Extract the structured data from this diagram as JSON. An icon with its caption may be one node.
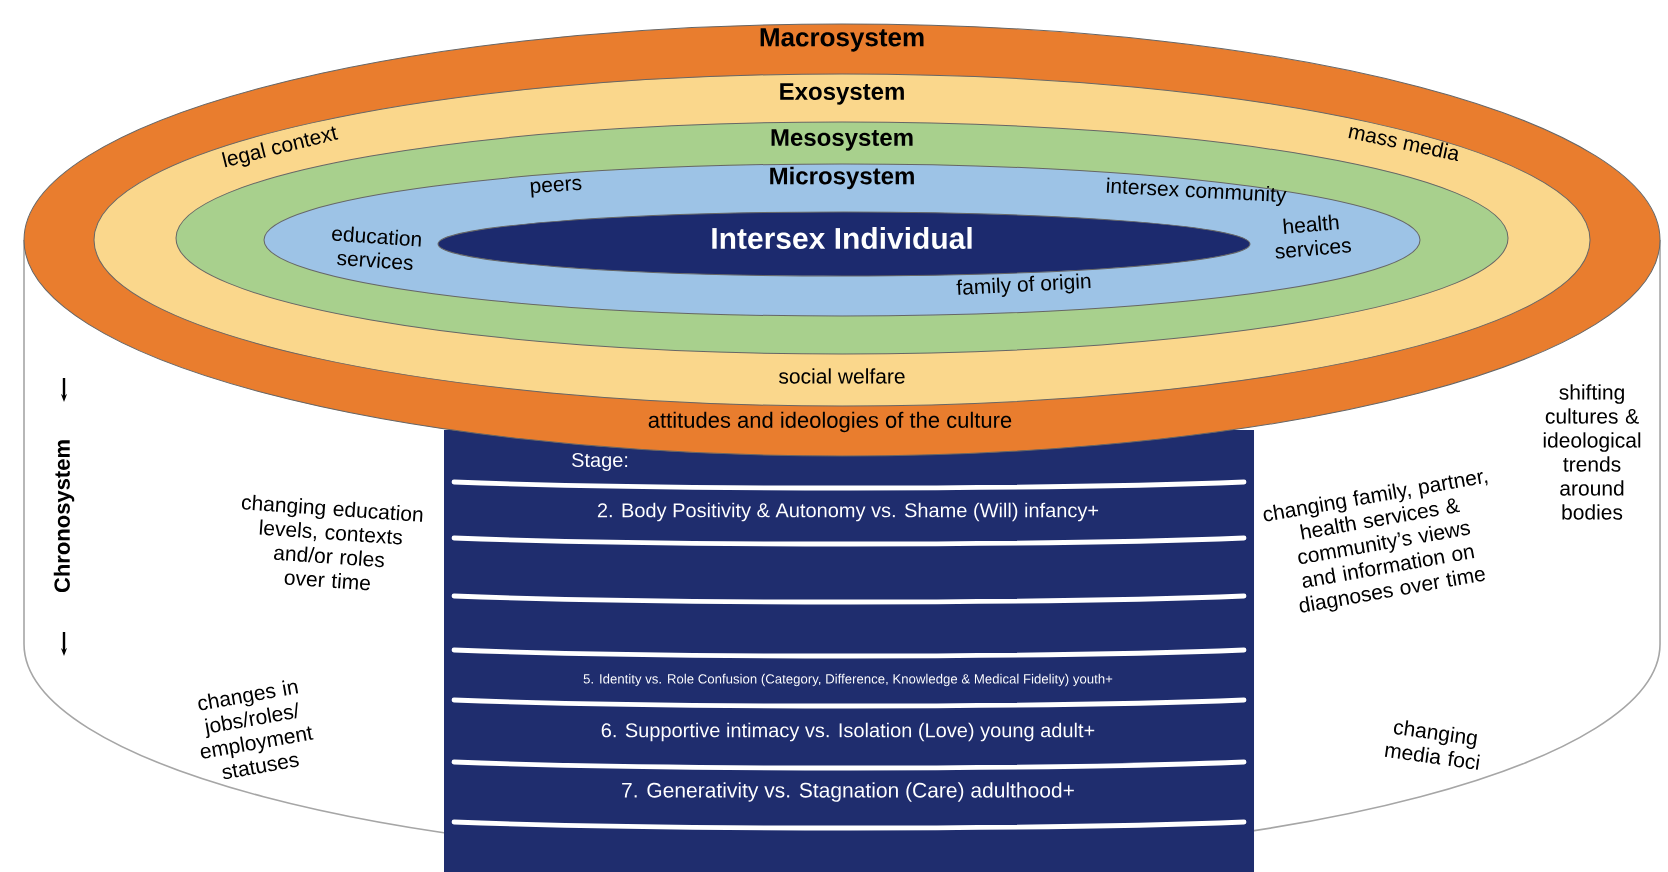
{
  "diagram": {
    "nodes": [
      {
        "text": [
          "Macrosystem",
          "attitudes and ideologies of the culture"
        ]
      },
      {
        "text": [
          "Exosystem",
          "legal context",
          "mass media",
          "social welfare"
        ],
        "in": 0
      },
      {
        "text": [
          "Mesosystem"
        ],
        "in": 1
      },
      {
        "text": [
          "Microsystem",
          "peers",
          "intersex community",
          "education services",
          "health services",
          "family of origin"
        ],
        "in": 2
      },
      {
        "text": [
          "Intersex Individual"
        ],
        "in": 3
      },
      {
        "text": [
          "Stage:",
          "2. Body Positivity & Autonomy vs. Shame (Will)  infancy+",
          "5. Identity vs. Role Confusion (Category, Difference, Knowledge & Medical Fidelity) youth+",
          "6. Supportive intimacy vs. Isolation (Love) young adult+",
          "7. Generativity vs. Stagnation (Care) adulthood+"
        ]
      }
    ],
    "labels": [
      "Chronosystem",
      "changing education levels, contexts and/or roles over time",
      "shifting cultures & ideological trends around bodies",
      "changing family, partner, health services & community’s views and information on diagnoses over time",
      "changes in jobs/roles/ employment statuses",
      "changing media foci"
    ]
  }
}
